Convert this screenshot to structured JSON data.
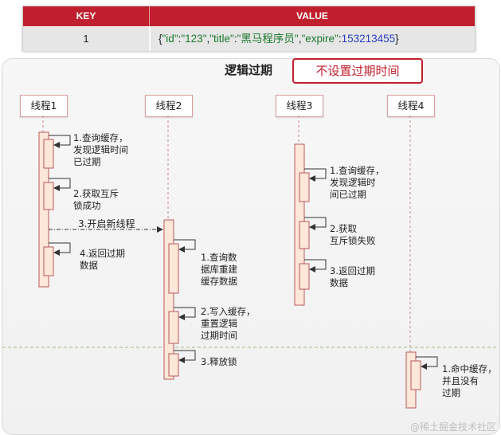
{
  "table": {
    "key_header": "KEY",
    "value_header": "VALUE",
    "row": {
      "key": "1",
      "value_parts": {
        "open": "{",
        "k1": "\"id\"",
        "c1": ":",
        "v1": "\"123\"",
        "s1": ",",
        "k2": "\"title\"",
        "c2": ":",
        "v2": "\"黑马程序员\"",
        "s2": ",",
        "k3": "\"expire\"",
        "c3": ":",
        "v3": "153213455",
        "close": "}"
      }
    }
  },
  "diagram": {
    "title": "逻辑过期",
    "badge": "不设置过期时间",
    "threads": [
      "线程1",
      "线程2",
      "线程3",
      "线程4"
    ],
    "thread1_steps": [
      "1.查询缓存，\n发现逻辑时间\n已过期",
      "2.获取互斥\n锁成功",
      "3.开启新线程",
      "4.返回过期\n数据"
    ],
    "thread2_steps": [
      "1.查询数\n据库重建\n缓存数据",
      "2.写入缓存，\n重置逻辑\n过期时间",
      "3.释放锁"
    ],
    "thread3_steps": [
      "1.查询缓存，\n发现逻辑时\n间已过期",
      "2.获取\n互斥锁失败",
      "3.返回过期\n数据"
    ],
    "thread4_steps": [
      "1.命中缓存，\n并且没有\n过期"
    ]
  },
  "watermark": "@稀土掘金技术社区",
  "colors": {
    "accent_red": "#c0202e",
    "json_string_green": "#1c7a2c",
    "json_number_blue": "#2a3fc0",
    "lifeline_fill": "#fde7d8",
    "lifeline_stroke": "#b85a5a"
  }
}
